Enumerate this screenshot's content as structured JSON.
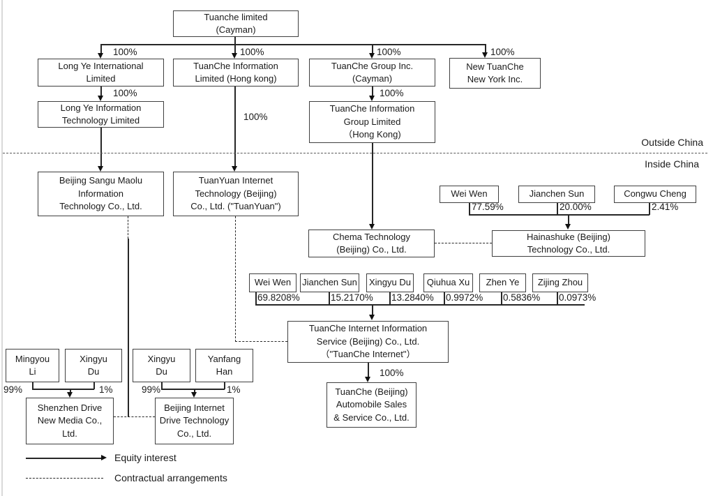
{
  "regions": {
    "outside": "Outside China",
    "inside": "Inside China"
  },
  "legend": {
    "equity": "Equity interest",
    "contractual": "Contractual arrangements"
  },
  "nodes": {
    "tuanche_limited": {
      "lines": [
        "Tuanche limited",
        "(Cayman)"
      ]
    },
    "longye_intl": {
      "lines": [
        "Long Ye International",
        "Limited"
      ]
    },
    "tuanche_info": {
      "lines": [
        "TuanChe Information",
        "Limited (Hong kong)"
      ]
    },
    "tuanche_group": {
      "lines": [
        "TuanChe Group Inc.",
        "(Cayman)"
      ]
    },
    "new_tuanche": {
      "lines": [
        "New TuanChe",
        "New York Inc."
      ]
    },
    "longye_infotech": {
      "lines": [
        "Long Ye Information",
        "Technology Limited"
      ]
    },
    "tuanche_infogroup": {
      "lines": [
        "TuanChe Information",
        "Group Limited",
        "（Hong Kong)"
      ]
    },
    "sangu_maolu": {
      "lines": [
        "Beijing Sangu Maolu",
        "Information",
        "Technology Co., Ltd."
      ]
    },
    "tuanyuan": {
      "lines": [
        "TuanYuan Internet",
        "Technology (Beijing)",
        "Co., Ltd. (\"TuanYuan\")"
      ]
    },
    "weiwen_1": {
      "lines": [
        "Wei Wen"
      ]
    },
    "jianchen_1": {
      "lines": [
        "Jianchen Sun"
      ]
    },
    "congwu": {
      "lines": [
        "Congwu Cheng"
      ]
    },
    "chema": {
      "lines": [
        "Chema Technology",
        "(Beijing) Co., Ltd."
      ]
    },
    "hainashuke": {
      "lines": [
        "Hainashuke (Beijing)",
        "Technology Co., Ltd."
      ]
    },
    "weiwen_2": {
      "lines": [
        "Wei Wen"
      ]
    },
    "jianchen_2": {
      "lines": [
        "Jianchen Sun"
      ]
    },
    "xingyu_2": {
      "lines": [
        "Xingyu Du"
      ]
    },
    "qiuhua": {
      "lines": [
        "Qiuhua Xu"
      ]
    },
    "zhenye": {
      "lines": [
        "Zhen Ye"
      ]
    },
    "zijing": {
      "lines": [
        "Zijing Zhou"
      ]
    },
    "tuanche_internet": {
      "lines": [
        "TuanChe Internet Information",
        "Service (Beijing) Co., Ltd.",
        "（\"TuanChe Internet\"）"
      ]
    },
    "automobile": {
      "lines": [
        "TuanChe (Beijing)",
        "Automobile Sales",
        "& Service Co., Ltd."
      ]
    },
    "mingyou": {
      "lines": [
        "Mingyou",
        "Li"
      ]
    },
    "xingyu_a": {
      "lines": [
        "Xingyu",
        "Du"
      ]
    },
    "xingyu_b": {
      "lines": [
        "Xingyu",
        "Du"
      ]
    },
    "yanfang": {
      "lines": [
        "Yanfang",
        "Han"
      ]
    },
    "shenzhen": {
      "lines": [
        "Shenzhen Drive",
        "New Media Co.,",
        "Ltd."
      ]
    },
    "beijing_drive": {
      "lines": [
        "Beijing Internet",
        "Drive Technology",
        "Co., Ltd."
      ]
    }
  },
  "percents": {
    "top_longye": "100%",
    "top_info": "100%",
    "top_group": "100%",
    "top_newyork": "100%",
    "longye_infotech": "100%",
    "infogroup": "100%",
    "tuanyuan": "100%",
    "haina_weiwen": "77.59%",
    "haina_jianchen": "20.00%",
    "haina_congwu": "2.41%",
    "ti_weiwen": "69.8208%",
    "ti_jianchen": "15.2170%",
    "ti_xingyu": "13.2840%",
    "ti_qiuhua": "0.9972%",
    "ti_zhenye": "0.5836%",
    "ti_zijing": "0.0973%",
    "automobile": "100%",
    "shenzhen_mingyou": "99%",
    "shenzhen_xingyu": "1%",
    "beijing_xingyu": "99%",
    "beijing_yanfang": "1%"
  }
}
